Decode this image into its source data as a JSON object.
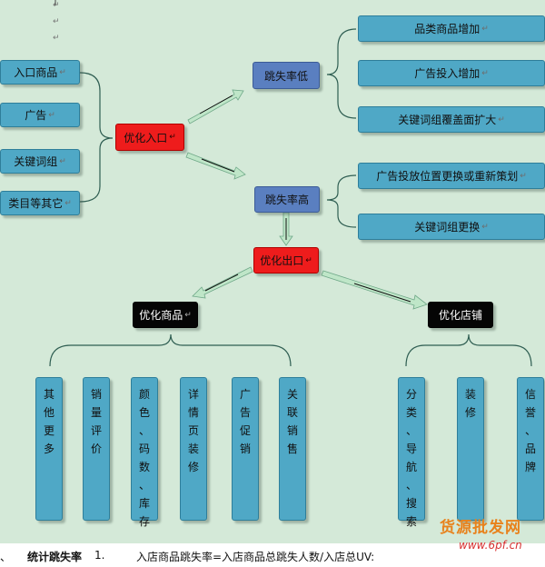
{
  "left_items": [
    "入口商品",
    "广告",
    "关键词组",
    "类目等其它"
  ],
  "center": {
    "entry": "优化入口",
    "low": "跳失率低",
    "high": "跳失率高",
    "exit": "优化出口"
  },
  "low_items": [
    "品类商品增加",
    "广告投入增加",
    "关键词组覆盖面扩大"
  ],
  "high_items": [
    "广告投放位置更换或重新策划",
    "关键词组更换"
  ],
  "branches": {
    "goods": "优化商品",
    "shop": "优化店铺"
  },
  "goods_items": [
    "其他更多",
    "销量评价",
    "颜色、码数、库存",
    "详情页装修",
    "广告促销",
    "关联销售"
  ],
  "shop_items": [
    "分类、导航、搜索",
    "装修",
    "信誉、品牌"
  ],
  "caption": {
    "bullet": "、",
    "title": "统计跳失率",
    "num": "1.",
    "text": "入店商品跳失率=入店商品总跳失人数/入店总UV:"
  },
  "watermark": {
    "cn": "货源批发网",
    "url": "www.6pf.cn"
  },
  "colors": {
    "background": "#d4e9d8",
    "cyan": "#4fa8c6",
    "blue": "#5a7fc0",
    "red": "#ee1c1c",
    "black": "#050505",
    "connector": "#2f5e52"
  }
}
